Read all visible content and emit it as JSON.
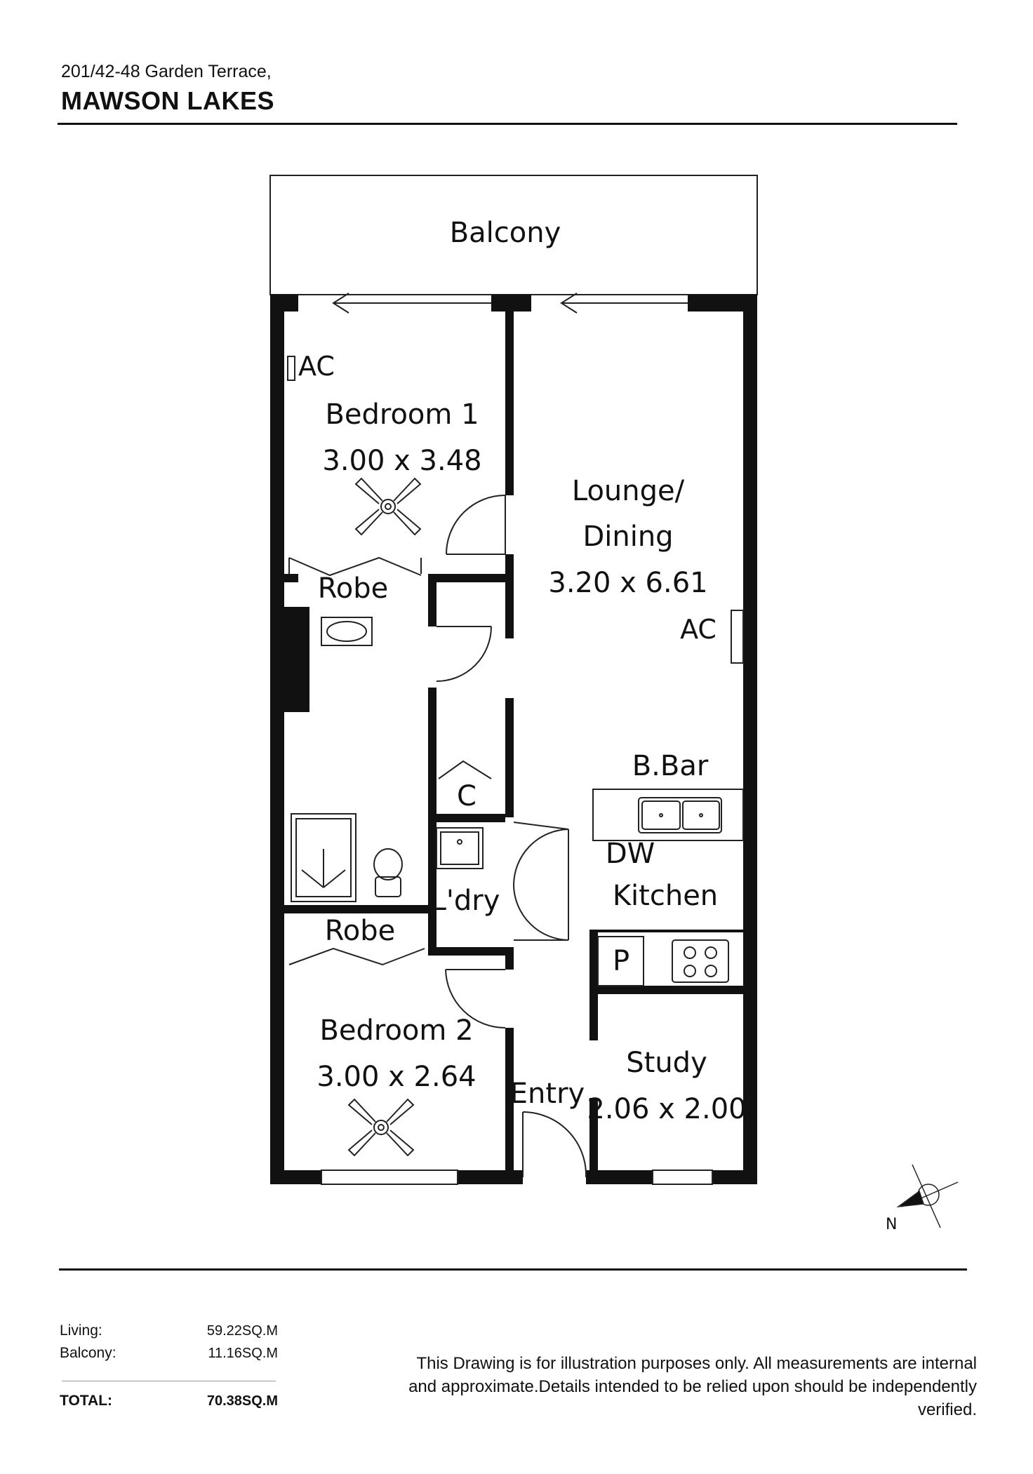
{
  "header": {
    "address_line": "201/42-48 Garden Terrace,",
    "suburb": "MAWSON LAKES"
  },
  "rooms": {
    "balcony": "Balcony",
    "ac_bedroom": "AC",
    "bedroom1_name": "Bedroom 1",
    "bedroom1_size": "3.00 x 3.48",
    "lounge_line1": "Lounge/",
    "lounge_line2": "Dining",
    "lounge_size": "3.20 x 6.61",
    "ac_lounge": "AC",
    "robe_top": "Robe",
    "cupboard": "C",
    "bbar": "B.Bar",
    "dw": "DW",
    "kitchen": "Kitchen",
    "laundry": "L'dry",
    "robe_bottom": "Robe",
    "pantry": "P",
    "bedroom2_name": "Bedroom 2",
    "bedroom2_size": "3.00 x 2.64",
    "entry": "Entry",
    "study_name": "Study",
    "study_size": "2.06 x 2.00"
  },
  "compass": {
    "north": "N"
  },
  "areas": {
    "living_label": "Living:",
    "living_value": "59.22SQ.M",
    "balcony_label": "Balcony:",
    "balcony_value": "11.16SQ.M",
    "total_label": "TOTAL:",
    "total_value": "70.38SQ.M"
  },
  "disclaimer": "This Drawing is for illustration purposes only. All measurements are internal and approximate.Details intended to be relied upon should be independently verified."
}
